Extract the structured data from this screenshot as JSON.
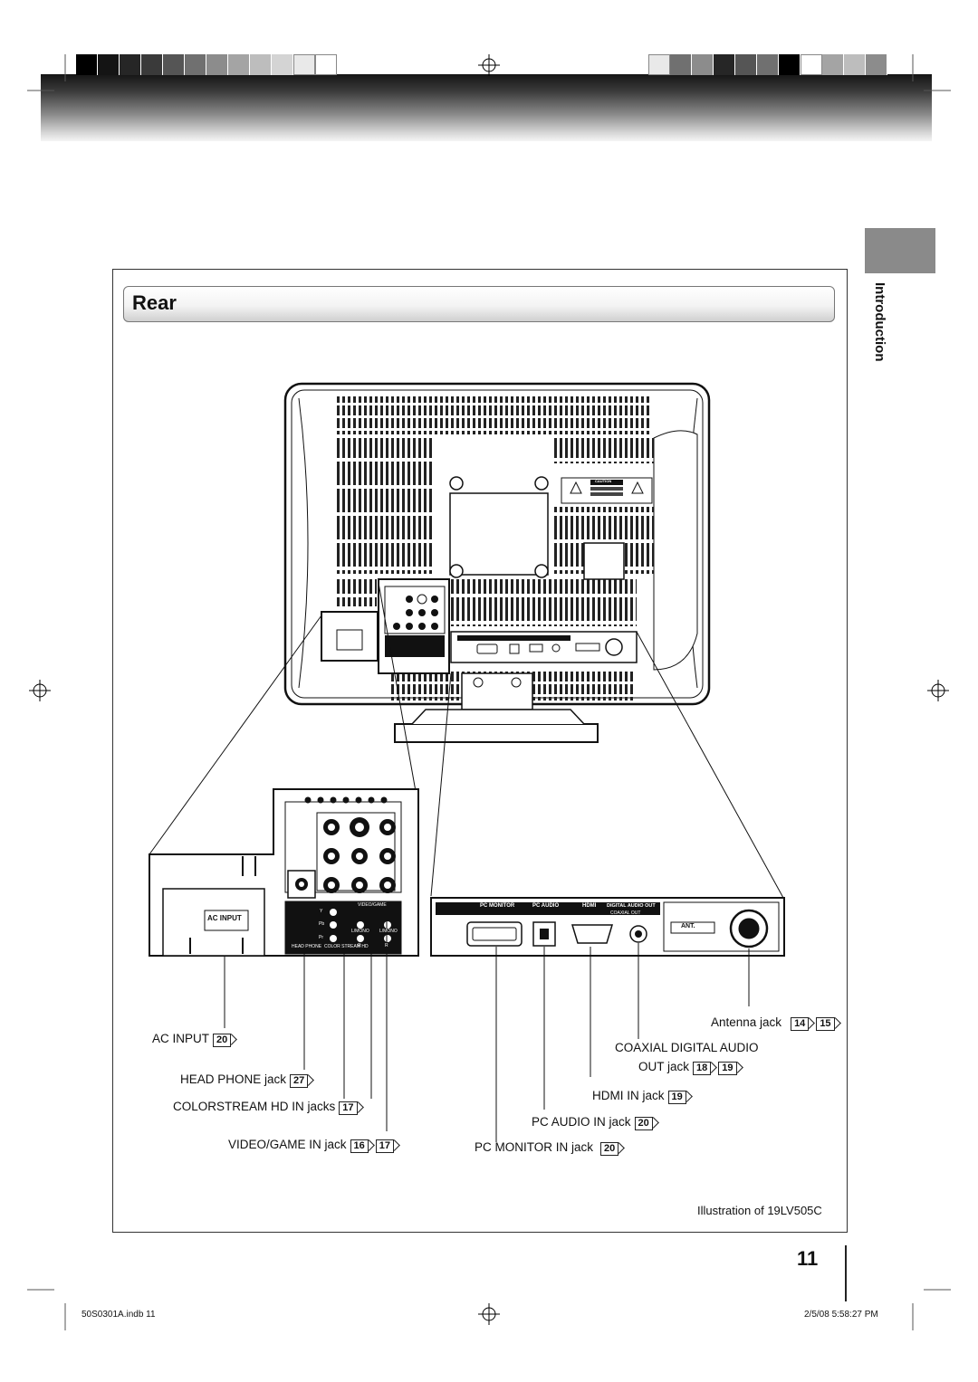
{
  "section": {
    "title": "Rear",
    "side_tab_label": "Introduction"
  },
  "labels": {
    "ac_input": {
      "text": "AC INPUT",
      "refs": [
        "20"
      ]
    },
    "head_phone": {
      "text": "HEAD PHONE jack",
      "refs": [
        "27"
      ]
    },
    "colorstream": {
      "text": "COLORSTREAM HD IN jacks",
      "refs": [
        "17"
      ]
    },
    "video_game": {
      "text": "VIDEO/GAME IN jack",
      "refs": [
        "16",
        "17"
      ]
    },
    "antenna": {
      "text": "Antenna jack",
      "refs": [
        "14",
        "15"
      ]
    },
    "coaxial_line1": "COAXIAL DIGITAL AUDIO",
    "coaxial_line2": {
      "text": "OUT jack",
      "refs": [
        "18",
        "19"
      ]
    },
    "hdmi": {
      "text": "HDMI IN jack",
      "refs": [
        "19"
      ]
    },
    "pc_audio": {
      "text": "PC AUDIO IN jack",
      "refs": [
        "20"
      ]
    },
    "pc_monitor": {
      "text": "PC MONITOR IN jack",
      "refs": [
        "20"
      ]
    }
  },
  "panel_text": {
    "pc_monitor": "PC MONITOR",
    "pc_audio": "PC AUDIO",
    "hdmi": "HDMI",
    "digital_audio_out": "DIGITAL AUDIO OUT",
    "coaxial_out": "COAXIAL OUT",
    "ant": "ANT.",
    "ac_input": "AC INPUT",
    "head_phone": "HEAD PHONE",
    "colorstream_hd": "COLOR STREAM HD",
    "video_game": "VIDEO/GAME",
    "y": "Y",
    "pb": "Pb",
    "pr": "Pr",
    "l_mono": "L/MONO",
    "r": "R",
    "caution": "CAUTION"
  },
  "caption": "Illustration of 19LV505C",
  "page_number": "11",
  "footer": {
    "file": "50S0301A.indb   11",
    "date": "2/5/08   5:58:27 PM"
  },
  "colors": {
    "tab_gray": "#8a8a8a",
    "ink": "#111111"
  },
  "swatches_left": [
    "#000000",
    "#141414",
    "#262626",
    "#3a3a3a",
    "#555555",
    "#707070",
    "#8c8c8c",
    "#a4a4a4",
    "#bdbdbd",
    "#d4d4d4",
    "#e9e9e9",
    "#ffffff"
  ],
  "swatches_right": [
    "#e9e9e9",
    "#707070",
    "#8c8c8c",
    "#262626",
    "#555555",
    "#707070",
    "#000000",
    "#ffffff",
    "#a4a4a4",
    "#bdbdbd",
    "#8c8c8c"
  ]
}
